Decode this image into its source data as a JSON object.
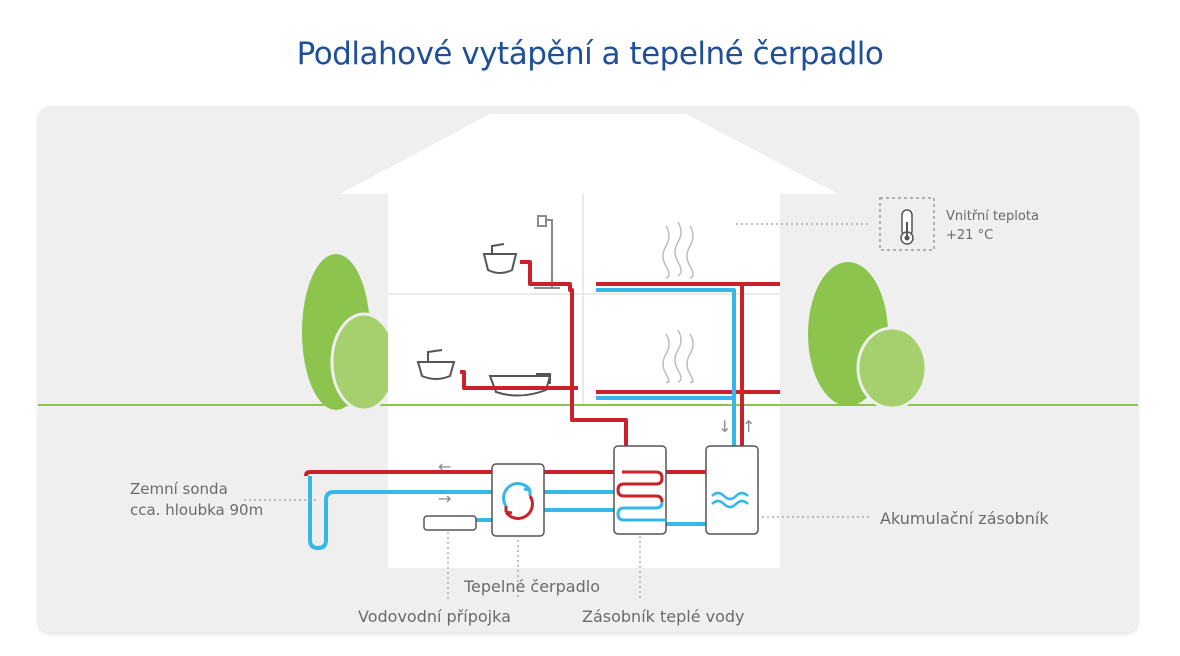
{
  "title": "Podlahové vytápění a tepelné čerpadlo",
  "labels": {
    "inside_temp_line1": "Vnitřní teplota",
    "inside_temp_line2": "+21 °C",
    "ground_probe_line1": "Zemní sonda",
    "ground_probe_line2": "cca. hloubka 90m",
    "storage_tank": "Akumulační zásobník",
    "heat_pump": "Tepelné čerpadlo",
    "water_connection": "Vodovodní přípojka",
    "hot_water_tank": "Zásobník teplé vody",
    "arrow_left": "←",
    "arrow_right": "→",
    "arrow_down": "↓",
    "arrow_up": "↑"
  },
  "icons": {
    "thermometer": "thermometer-icon",
    "cycle": "cycle-arrows-icon",
    "waves": "water-waves-icon"
  },
  "colors": {
    "title": "#1f4f9a",
    "hot_pipe": "#c9222b",
    "cold_pipe": "#35b8e6",
    "ground_line": "#8cc44e",
    "tree": "#8cc44e",
    "tree_light": "#a6d06e",
    "panel": "#efefef",
    "label": "#6b6b6b"
  }
}
